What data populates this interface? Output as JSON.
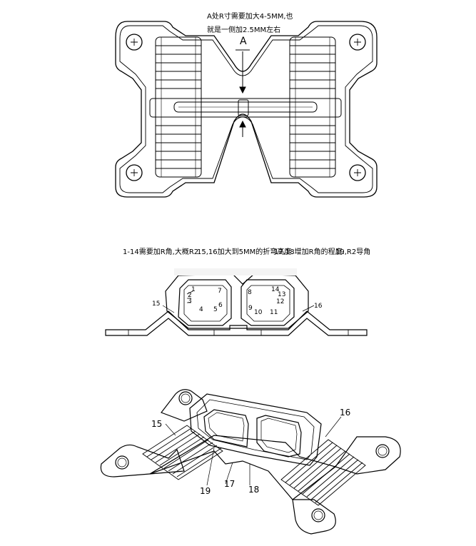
{
  "top_view": {
    "note_line1": "A处R寸需要加大4-5MM,也",
    "note_line2": "就是一侧加2.5MM左右",
    "section_label": "A"
  },
  "middle_view": {
    "notes": [
      "1-14需要加R角,大概R2.",
      "15,16加大到5MM的折弯高度.",
      "17,18增加R角的程度.",
      "19,R2导角"
    ],
    "callouts": [
      "1",
      "2",
      "3",
      "4",
      "5",
      "6",
      "7",
      "8",
      "9",
      "10",
      "11",
      "12",
      "13",
      "14",
      "15",
      "16"
    ]
  },
  "bottom_view": {
    "callouts": [
      "15",
      "16",
      "17",
      "18",
      "19"
    ]
  }
}
